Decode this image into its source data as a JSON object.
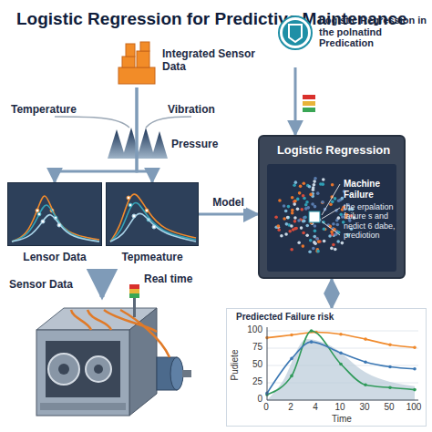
{
  "diagram": {
    "title": "Logistic Regression for Predictive Maintenance",
    "nodes": [
      {
        "text": [
          "Integrated Sensor Data"
        ]
      },
      {
        "text": [
          "Lensor Data"
        ]
      },
      {
        "text": [
          "Tepmeature"
        ]
      },
      {
        "text": [
          "Logistic Regression in the polnatind Predication"
        ]
      },
      {
        "text": [
          "Logistic Regression",
          "Machine Failure",
          "the erpalation failure s and nedict 6 dabe, prediotion"
        ]
      },
      {
        "text": [
          "Prediected Failure risk"
        ]
      }
    ],
    "edges": [
      {
        "from": 0,
        "to": 1,
        "arrow": "to"
      },
      {
        "from": 0,
        "to": 2,
        "arrow": "to"
      },
      {
        "from": 2,
        "to": 4,
        "label": "Model",
        "arrow": "to"
      },
      {
        "from": 3,
        "to": 4,
        "arrow": "to"
      },
      {
        "from": 4,
        "to": 5,
        "arrow": "both"
      }
    ],
    "labels": [
      "Temperature",
      "Vibration",
      "Pressure",
      "Sensor Data",
      "Real time",
      "100",
      "75",
      "50",
      "25",
      "0",
      "0",
      "2",
      "4",
      "10",
      "30",
      "50",
      "100",
      "Pudiete",
      "Time"
    ]
  }
}
